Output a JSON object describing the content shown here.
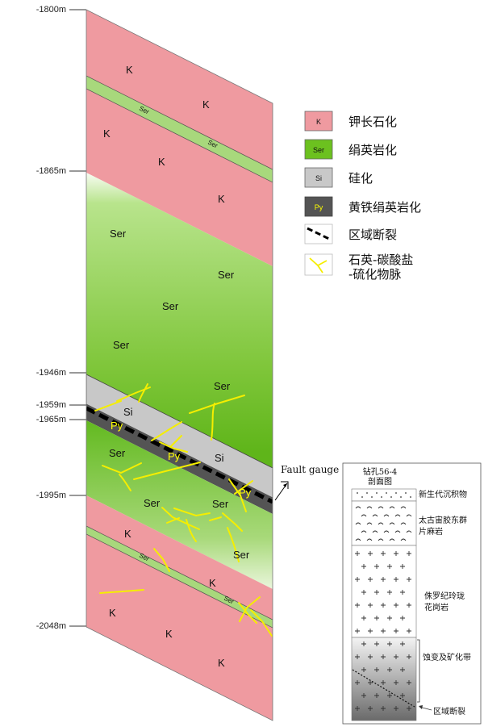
{
  "depths": [
    "1800m",
    "1865m",
    "1946m",
    "1959m",
    "1965m",
    "1995m",
    "2048m"
  ],
  "labels": {
    "k": "K",
    "ser": "Ser",
    "si": "Si",
    "py": "Py"
  },
  "legend": {
    "k": "钾长石化",
    "ser": "绢英岩化",
    "si": "硅化",
    "py": "黄铁绢英岩化",
    "fault": "区域断裂",
    "vein_line1": "石英-碳酸盐",
    "vein_line2": "-硫化物脉"
  },
  "fault_gauge": "Fault gauge",
  "inset": {
    "title_line1": "钻孔56-4",
    "title_line2": "剖面图",
    "layer1": "新生代沉积物",
    "layer2_line1": "太古宙胶东群",
    "layer2_line2": "片麻岩",
    "layer3_line1": "侏罗纪玲珑",
    "layer3_line2": "花岗岩",
    "layer4": "蚀变及矿化带",
    "fault": "区域断裂"
  },
  "colors": {
    "k_pink": "#ef9aa0",
    "ser_green": "#6cc11f",
    "ser_light": "#a9dc78",
    "si_gray": "#c8c8c8",
    "py_dark": "#545454",
    "vein_yellow": "#f5ee00",
    "py_text": "#ffff00"
  }
}
